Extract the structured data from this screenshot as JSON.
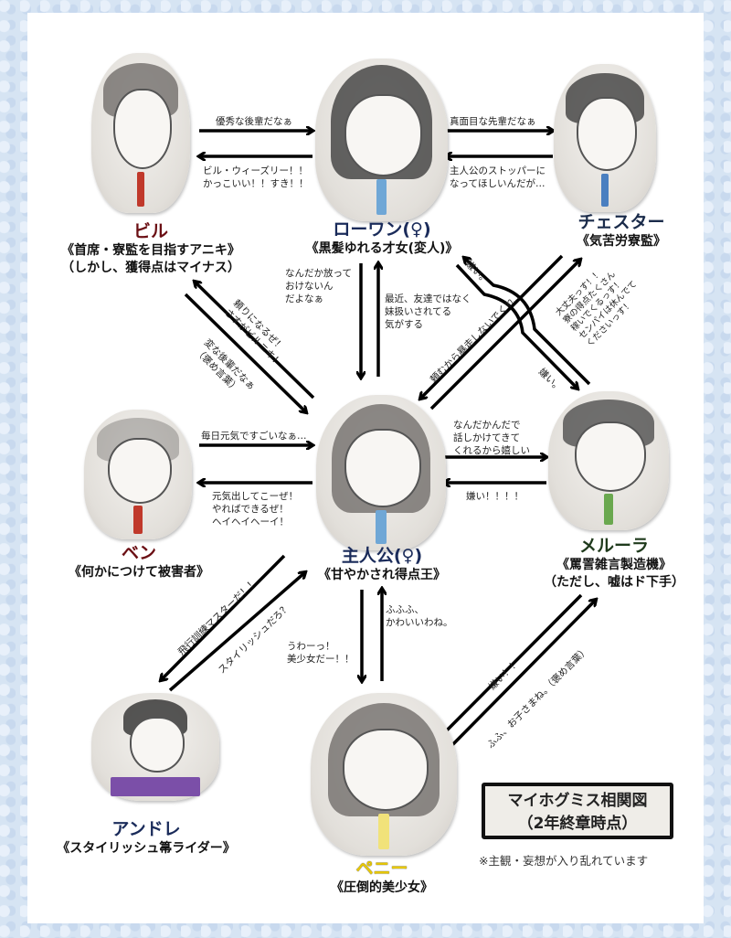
{
  "title": {
    "line1": "マイホグミス相関図",
    "line2": "（2年終章時点）",
    "note": "※主観・妄想が入り乱れています"
  },
  "characters": {
    "bill": {
      "name": "ビル",
      "desc1": "《首席・寮監を目指すアニキ》",
      "desc2": "（しかし、獲得点はマイナス）",
      "color": "#6b0f14",
      "tie": "#c0392b"
    },
    "rowan": {
      "name": "ローワン(♀)",
      "desc1": "《黒髪ゆれる才女(変人)》",
      "color": "#1a2b5a",
      "tie": "#6fa7d6"
    },
    "chester": {
      "name": "チェスター",
      "desc1": "《気苦労寮監》",
      "color": "#1a2b4a",
      "tie": "#4a7fc0"
    },
    "ben": {
      "name": "ベン",
      "desc1": "《何かにつけて被害者》",
      "color": "#6b0f14",
      "tie": "#c0392b"
    },
    "hero": {
      "name": "主人公(♀)",
      "desc1": "《甘やかされ得点王》",
      "color": "#1a2b5a",
      "tie": "#6fa7d6"
    },
    "merula": {
      "name": "メルーラ",
      "desc1": "《罵詈雑言製造機》",
      "desc2": "（ただし、嘘はド下手）",
      "color": "#1f3a1c",
      "tie": "#6aa84f"
    },
    "andre": {
      "name": "アンドレ",
      "desc1": "《スタイリッシュ箒ライダー》",
      "color": "#1a2b5a",
      "tie": "#7b4fa8"
    },
    "penny": {
      "name": "ペニー",
      "desc1": "《圧倒的美少女》",
      "color": "#e8c800",
      "tie": "#f1e27a"
    }
  },
  "relations": {
    "rowan_to_bill_label": "優秀な後輩だなぁ",
    "bill_from_rowan_label": "ビル・ウィーズリー！！\nかっこいい！！すき！！",
    "chester_from_rowan": "真面目な先輩だなぁ",
    "chester_to_rowan": "主人公のストッパーに\nなってほしいんだが…",
    "rowan_to_hero": "なんだか放って\nおけないん\nだよなぁ",
    "hero_to_rowan": "最近、友達ではなく\n妹扱いされてる\n気がする",
    "bill_hero_1": "頼りになるぜ！\nさすがビルニキ！",
    "bill_hero_2": "変な後輩だなぁ\n（褒め言葉）",
    "merula_to_rowan": "嫌い。",
    "rowan_to_merula": "嫌い。",
    "chester_to_hero": "頼むから暴走しないでくれ…",
    "hero_to_chester": "大丈夫っす！！\n寮の得点たくさん\n稼いでくるっす！\nセンパイは休んでて\nくださいっす！",
    "ben_to_hero": "毎日元気ですごいなぁ…",
    "hero_to_ben": "元気出してこーぜ！\nやればできるぜ！\nヘイヘイヘーイ！",
    "hero_to_merula": "なんだかんだで\n話しかけてきて\nくれるから嬉しい",
    "merula_to_hero": "嫌い！！！！",
    "hero_to_andre": "飛行訓練マスターだ！！",
    "andre_to_hero": "スタイリッシュだろ？",
    "hero_to_penny": "うわーっ！\n美少女だー！！",
    "penny_to_hero": "ふふふ、\nかわいいわね。",
    "merula_to_penny": "嫌い！！",
    "penny_to_merula": "ふふ、お子さまね。（褒め言葉）"
  }
}
